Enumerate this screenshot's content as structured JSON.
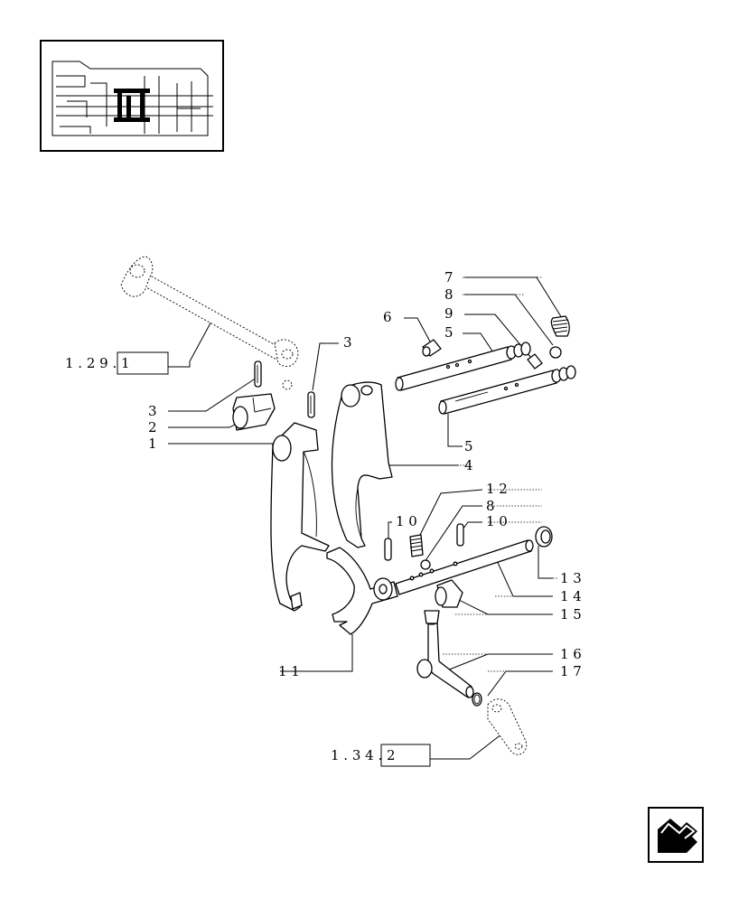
{
  "callouts": {
    "c1": "1",
    "c2": "2",
    "c3a": "3",
    "c3b": "3",
    "c4": "4",
    "c5a": "5",
    "c5b": "5",
    "c6": "6",
    "c7": "7",
    "c8a": "8",
    "c8b": "8",
    "c9": "9",
    "c10a": "1 0",
    "c10b": "1 0",
    "c11": "1 1",
    "c12": "1 2",
    "c13": "1 3",
    "c14": "1 4",
    "c15": "1 5",
    "c16": "1 6",
    "c17": "1 7"
  },
  "references": {
    "ref_a": "1 . 2 9 . 1",
    "ref_b": "1 . 3 4 . 2"
  },
  "icons": {
    "thumbnail": "transmission-section-thumbnail",
    "nav": "back-arrow-icon"
  }
}
